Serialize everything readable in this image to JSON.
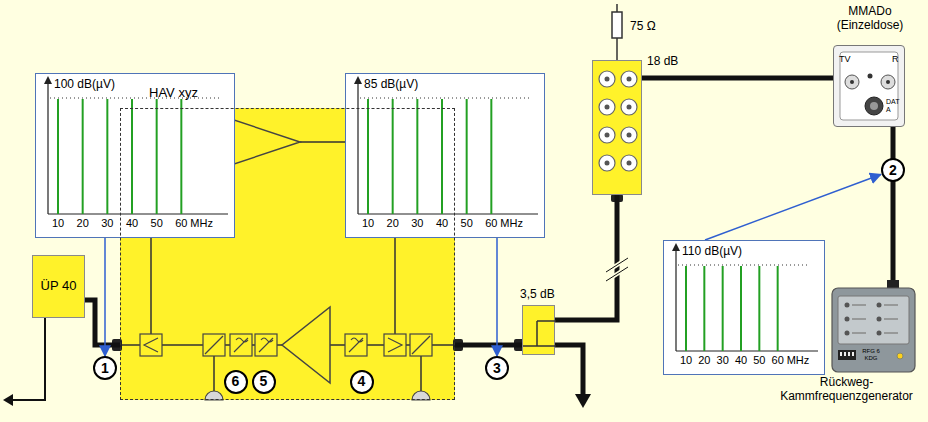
{
  "diagram": {
    "nodes": [
      {
        "text": [
          "100 dB(µV)",
          "10",
          "20",
          "30",
          "40",
          "50",
          "60",
          "MHz"
        ]
      },
      {
        "text": [
          "85 dB(µV)",
          "10",
          "20",
          "30",
          "40",
          "50",
          "60",
          "MHz"
        ]
      },
      {
        "text": [
          "18 dB"
        ]
      },
      {
        "text": [
          "MMADo (Einzeldose)",
          "TV",
          "R",
          "DAT A"
        ]
      },
      {
        "text": [
          "ÜP 40"
        ]
      },
      {
        "text": [
          "HAV xyz"
        ]
      },
      {
        "text": [
          "6"
        ],
        "in": 5
      },
      {
        "text": [
          "5"
        ],
        "in": 5
      },
      {
        "text": [
          "4"
        ],
        "in": 5
      },
      {
        "text": [
          "1"
        ]
      },
      {
        "text": [
          "3"
        ]
      },
      {
        "text": [
          "3,5 dB"
        ]
      },
      {
        "text": [
          "110 dB(µV)",
          "10",
          "20",
          "30",
          "40",
          "50",
          "60",
          "MHz"
        ]
      },
      {
        "text": [
          "2"
        ]
      },
      {
        "text": [
          "Rückweg- Kammfrequenzgenerator",
          "RFG 6 KDG"
        ]
      }
    ],
    "edges": [
      {
        "from": 4,
        "to": 5,
        "arrow": "none"
      },
      {
        "from": 5,
        "to": 11,
        "arrow": "none"
      },
      {
        "from": 11,
        "to": 2,
        "arrow": "none"
      },
      {
        "from": 2,
        "to": 3,
        "arrow": "none"
      },
      {
        "from": 3,
        "to": 14,
        "arrow": "none"
      },
      {
        "from": 0,
        "to": 9,
        "arrow": "to"
      },
      {
        "from": 1,
        "to": 10,
        "arrow": "to"
      },
      {
        "from": 12,
        "to": 13,
        "arrow": "to"
      }
    ],
    "labels": [
      "75 Ω"
    ]
  }
}
